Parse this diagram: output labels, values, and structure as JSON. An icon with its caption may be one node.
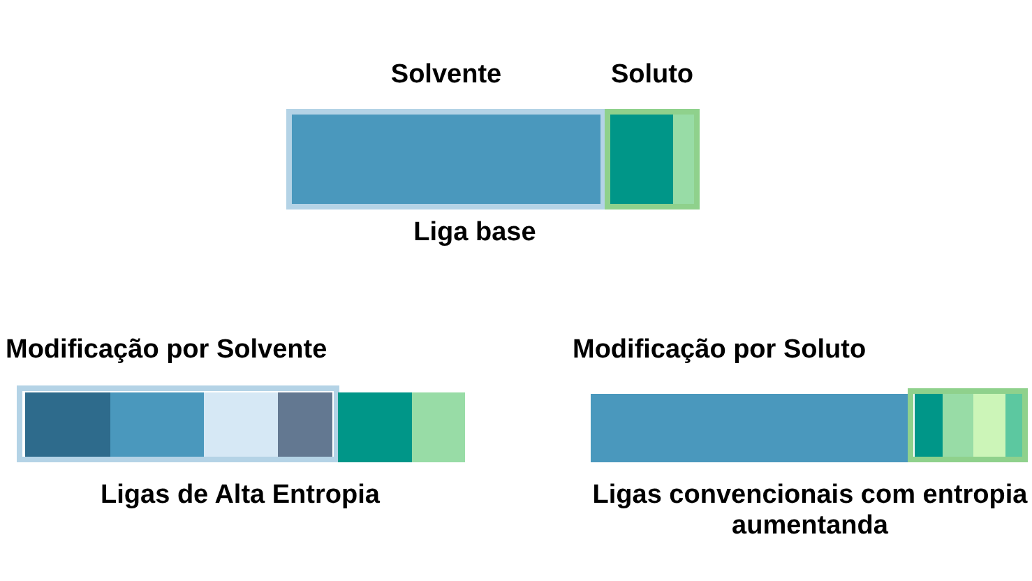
{
  "diagram": {
    "nodes": [
      {
        "text": [
          "Solvente"
        ]
      },
      {
        "text": [
          "Soluto"
        ]
      },
      {
        "text": [],
        "shape": "box",
        "in": 1
      },
      {
        "text": [],
        "shape": "box",
        "in": 1
      },
      {
        "text": [],
        "shape": "box"
      },
      {
        "text": [],
        "shape": "box",
        "in": 4
      },
      {
        "text": [],
        "shape": "box",
        "in": 4
      },
      {
        "text": [],
        "shape": "box",
        "in": 4
      },
      {
        "text": [],
        "shape": "box",
        "in": 4
      },
      {
        "text": [],
        "shape": "box"
      },
      {
        "text": [],
        "shape": "box"
      },
      {
        "text": [],
        "shape": "box"
      },
      {
        "text": [],
        "shape": "box"
      },
      {
        "text": [],
        "shape": "box",
        "in": 12
      },
      {
        "text": [],
        "shape": "box",
        "in": 12
      },
      {
        "text": [],
        "shape": "box",
        "in": 12
      },
      {
        "text": [],
        "shape": "box",
        "in": 12
      }
    ],
    "labels": [
      "Liga base",
      "Modificação por Solvente",
      "Ligas de Alta Entropia",
      "Modificação por Soluto",
      "Ligas convencionais com entropia aumentanda"
    ]
  }
}
